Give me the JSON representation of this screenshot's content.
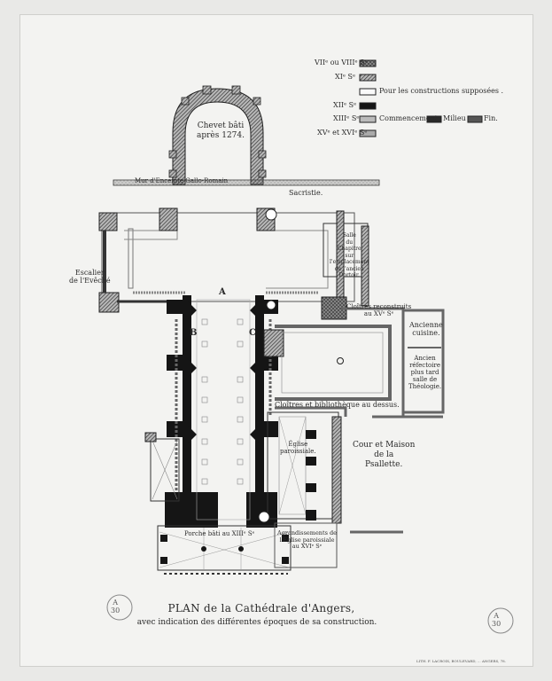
{
  "legend": {
    "row1": "VIIᵉ ou VIIIᵉ Sᵉ",
    "row2": "XIᵉ Sᵉ",
    "row3": "Pour les constructions supposées .",
    "row4": "XIIᵉ Sᵉ",
    "row5": "XIIIᵉ Sᵉ",
    "row5_a": "Commencement",
    "row5_b": "Milieu",
    "row5_c": "Fin.",
    "row6": "XVᵉ et XVIᵉ Sᵉ"
  },
  "labels": {
    "chevet": "Chevet bâti\naprès 1274.",
    "mur": "Mur d'Enceinte Gallo-Romain",
    "sacristie": "Sacristie.",
    "salle_chapitre": "Salle\ndu\nChapitre\nsur\nl'emplacement\nde l'ancien\nDortoir.",
    "escalier": "Escalier\nde l'Evêché",
    "letter_a": "A",
    "letter_b": "B",
    "letter_c": "C",
    "cloitres_xv": "Cloîtres reconstruits\nau XVᵉ Sᵉ",
    "ancienne_cuisine": "Ancienne\ncuisine.",
    "refectoire": "Ancien\nréfectoire\nplus tard\nsalle de\nThéologie.",
    "cloitres_biblio": "Cloîtres et bibliothèque au dessus.",
    "eglise_paroissiale": "Église\nparoissiale.",
    "cour": "Cour et Maison\nde la\nPsallette.",
    "porche": "Porche bâti au XIIIᵉ Sᵉ",
    "agrandissements": "Agrandissements de\nl'Église paroissiale\nau XVIᵉ Sᵉ"
  },
  "title": "PLAN de la Cathédrale d'Angers,",
  "subtitle": "avec indication des différentes époques de sa construction.",
  "printer": "LITH. F. LACROIX, BOULEVARD, ... ANGERS, 78.",
  "stamp_left": "A\n30",
  "stamp_right": "A\n30",
  "colors": {
    "black": "#151515",
    "hatch": "#4a4a4a",
    "gray": "#9a9a9a",
    "light": "#cfcfcf"
  }
}
